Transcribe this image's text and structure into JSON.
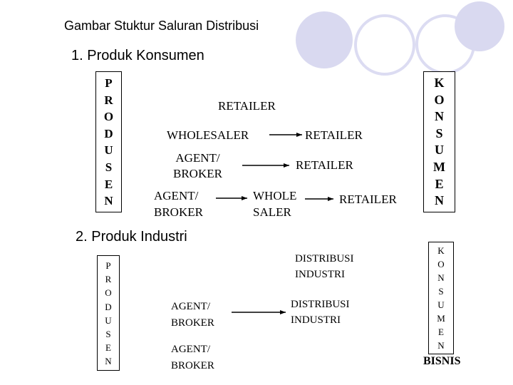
{
  "slide": {
    "title": "Gambar Stuktur Saluran Distribusi",
    "section1_heading": "1. Produk Konsumen",
    "section2_heading": "2. Produk Industri",
    "colors": {
      "circle_fill": "#d9d9f0",
      "circle_ring": "#dcdcf2",
      "line": "#000000"
    }
  },
  "consumer": {
    "producer_label": "P\nR\nO\nD\nU\nS\nE\nN",
    "consumer_label": "K\nO\nN\nS\nU\nM\nE\nN",
    "channel2": {
      "retailer": "RETAILER"
    },
    "channel3": {
      "wholesaler": "WHOLESALER",
      "retailer": "RETAILER"
    },
    "channel4": {
      "agent": "AGENT/\nBROKER",
      "retailer": "RETAILER"
    },
    "channel5": {
      "agent": "AGENT/\nBROKER",
      "wholesaler": "WHOLE\nSALER",
      "retailer": "RETAILER"
    }
  },
  "industrial": {
    "producer_label": "P\nR\nO\nD\nU\nS\nE\nN",
    "consumer_label": "K\nO\nN\nS\nU\nM\nE\nN",
    "business_label": "BISNIS",
    "distributor_1": "DISTRIBUSI\nINDUSTRI",
    "agent_1": "AGENT/\nBROKER",
    "distributor_2": "DISTRIBUSI\nINDUSTRI",
    "agent_2": "AGENT/\nBROKER"
  }
}
